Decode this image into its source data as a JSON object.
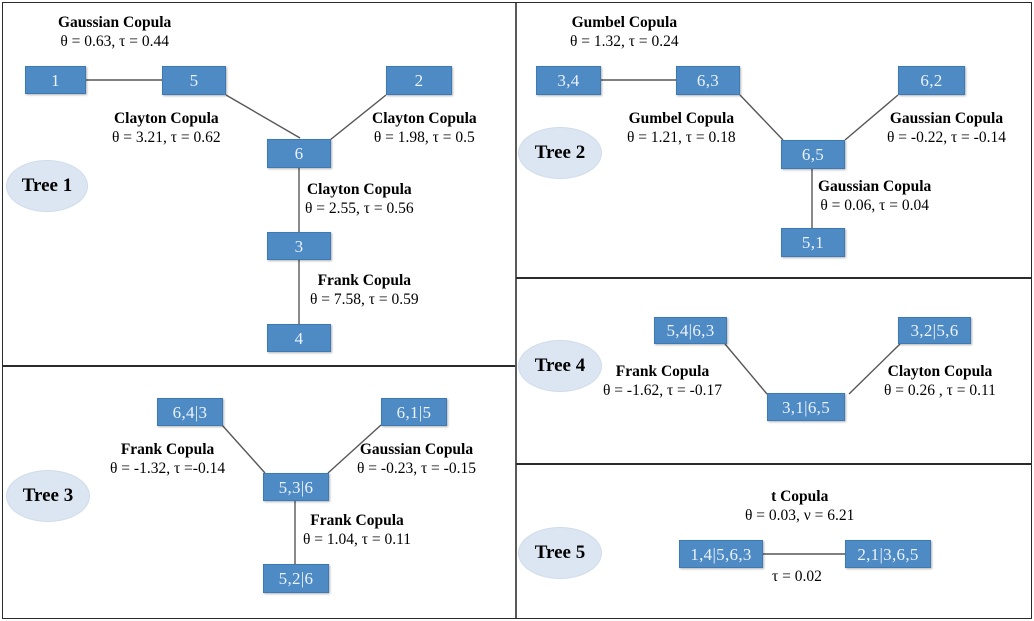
{
  "figure": {
    "type": "vine-copula-tree-diagram",
    "node_color": "#4e8ac4",
    "badge_color": "#dce6f2",
    "edge_color": "#575757"
  },
  "trees": [
    {
      "badge": "Tree 1",
      "nodes": [
        {
          "id": "t1-n1",
          "label": "1"
        },
        {
          "id": "t1-n5",
          "label": "5"
        },
        {
          "id": "t1-n2",
          "label": "2"
        },
        {
          "id": "t1-n6",
          "label": "6"
        },
        {
          "id": "t1-n3",
          "label": "3"
        },
        {
          "id": "t1-n4",
          "label": "4"
        }
      ],
      "edges": [
        {
          "from": "1",
          "to": "5",
          "copula": "Gaussian Copula",
          "params": "θ = 0.63, τ = 0.44"
        },
        {
          "from": "5",
          "to": "6",
          "copula": "Clayton Copula",
          "params": "θ = 3.21, τ = 0.62"
        },
        {
          "from": "2",
          "to": "6",
          "copula": "Clayton Copula",
          "params": "θ = 1.98, τ = 0.5"
        },
        {
          "from": "6",
          "to": "3",
          "copula": "Clayton Copula",
          "params": "θ = 2.55, τ = 0.56"
        },
        {
          "from": "3",
          "to": "4",
          "copula": "Frank Copula",
          "params": "θ = 7.58, τ = 0.59"
        }
      ]
    },
    {
      "badge": "Tree 2",
      "nodes": [
        {
          "id": "t2-n34",
          "label": "3,4"
        },
        {
          "id": "t2-n63",
          "label": "6,3"
        },
        {
          "id": "t2-n62",
          "label": "6,2"
        },
        {
          "id": "t2-n65",
          "label": "6,5"
        },
        {
          "id": "t2-n51",
          "label": "5,1"
        }
      ],
      "edges": [
        {
          "from": "3,4",
          "to": "6,3",
          "copula": "Gumbel Copula",
          "params": "θ = 1.32, τ = 0.24"
        },
        {
          "from": "6,3",
          "to": "6,5",
          "copula": "Gumbel Copula",
          "params": "θ = 1.21, τ = 0.18"
        },
        {
          "from": "6,2",
          "to": "6,5",
          "copula": "Gaussian Copula",
          "params": "θ = -0.22, τ = -0.14"
        },
        {
          "from": "6,5",
          "to": "5,1",
          "copula": "Gaussian Copula",
          "params": "θ = 0.06, τ = 0.04"
        }
      ]
    },
    {
      "badge": "Tree 3",
      "nodes": [
        {
          "id": "t3-n643",
          "label": "6,4|3"
        },
        {
          "id": "t3-n615",
          "label": "6,1|5"
        },
        {
          "id": "t3-n536",
          "label": "5,3|6"
        },
        {
          "id": "t3-n526",
          "label": "5,2|6"
        }
      ],
      "edges": [
        {
          "from": "6,4|3",
          "to": "5,3|6",
          "copula": "Frank Copula",
          "params": "θ = -1.32, τ =-0.14"
        },
        {
          "from": "6,1|5",
          "to": "5,3|6",
          "copula": "Gaussian Copula",
          "params": "θ = -0.23, τ = -0.15"
        },
        {
          "from": "5,3|6",
          "to": "5,2|6",
          "copula": "Frank Copula",
          "params": "θ = 1.04, τ = 0.11"
        }
      ]
    },
    {
      "badge": "Tree 4",
      "nodes": [
        {
          "id": "t4-n5463",
          "label": "5,4|6,3"
        },
        {
          "id": "t4-n3256",
          "label": "3,2|5,6"
        },
        {
          "id": "t4-n3165",
          "label": "3,1|6,5"
        }
      ],
      "edges": [
        {
          "from": "5,4|6,3",
          "to": "3,1|6,5",
          "copula": "Frank Copula",
          "params": "θ = -1.62, τ = -0.17"
        },
        {
          "from": "3,2|5,6",
          "to": "3,1|6,5",
          "copula": "Clayton Copula",
          "params": "θ = 0.26 , τ = 0.11"
        }
      ]
    },
    {
      "badge": "Tree 5",
      "nodes": [
        {
          "id": "t5-n14563",
          "label": "1,4|5,6,3"
        },
        {
          "id": "t5-n21365",
          "label": "2,1|3,6,5"
        }
      ],
      "edges": [
        {
          "from": "1,4|5,6,3",
          "to": "2,1|3,6,5",
          "copula": "t Copula",
          "params": "θ = 0.03, ν = 6.21",
          "below": "τ = 0.02"
        }
      ]
    }
  ],
  "labels": {
    "t1_e1_name": "Gaussian Copula",
    "t1_e1_params": "θ = 0.63, τ = 0.44",
    "t1_e2_name": "Clayton Copula",
    "t1_e2_params": "θ = 3.21, τ = 0.62",
    "t1_e3_name": "Clayton Copula",
    "t1_e3_params": "θ = 1.98, τ = 0.5",
    "t1_e4_name": "Clayton Copula",
    "t1_e4_params": "θ = 2.55, τ = 0.56",
    "t1_e5_name": "Frank Copula",
    "t1_e5_params": "θ = 7.58, τ = 0.59",
    "t2_e1_name": "Gumbel Copula",
    "t2_e1_params": "θ = 1.32, τ = 0.24",
    "t2_e2_name": "Gumbel Copula",
    "t2_e2_params": "θ = 1.21, τ = 0.18",
    "t2_e3_name": "Gaussian Copula",
    "t2_e3_params": "θ = -0.22, τ = -0.14",
    "t2_e4_name": "Gaussian Copula",
    "t2_e4_params": "θ = 0.06, τ = 0.04",
    "t3_e1_name": "Frank Copula",
    "t3_e1_params": "θ = -1.32, τ =-0.14",
    "t3_e2_name": "Gaussian Copula",
    "t3_e2_params": "θ = -0.23, τ = -0.15",
    "t3_e3_name": "Frank Copula",
    "t3_e3_params": "θ = 1.04, τ = 0.11",
    "t4_e1_name": "Frank Copula",
    "t4_e1_params": "θ = -1.62, τ = -0.17",
    "t4_e2_name": "Clayton Copula",
    "t4_e2_params": "θ = 0.26 , τ = 0.11",
    "t5_e1_name": "t Copula",
    "t5_e1_params": "θ = 0.03, ν = 6.21",
    "t5_e1_below": "τ = 0.02"
  },
  "nodes": {
    "t1_1": "1",
    "t1_5": "5",
    "t1_2": "2",
    "t1_6": "6",
    "t1_3": "3",
    "t1_4": "4",
    "t2_34": "3,4",
    "t2_63": "6,3",
    "t2_62": "6,2",
    "t2_65": "6,5",
    "t2_51": "5,1",
    "t3_643": "6,4|3",
    "t3_615": "6,1|5",
    "t3_536": "5,3|6",
    "t3_526": "5,2|6",
    "t4_5463": "5,4|6,3",
    "t4_3256": "3,2|5,6",
    "t4_3165": "3,1|6,5",
    "t5_14563": "1,4|5,6,3",
    "t5_21365": "2,1|3,6,5"
  },
  "badges": {
    "tree1": "Tree 1",
    "tree2": "Tree 2",
    "tree3": "Tree 3",
    "tree4": "Tree 4",
    "tree5": "Tree 5"
  }
}
